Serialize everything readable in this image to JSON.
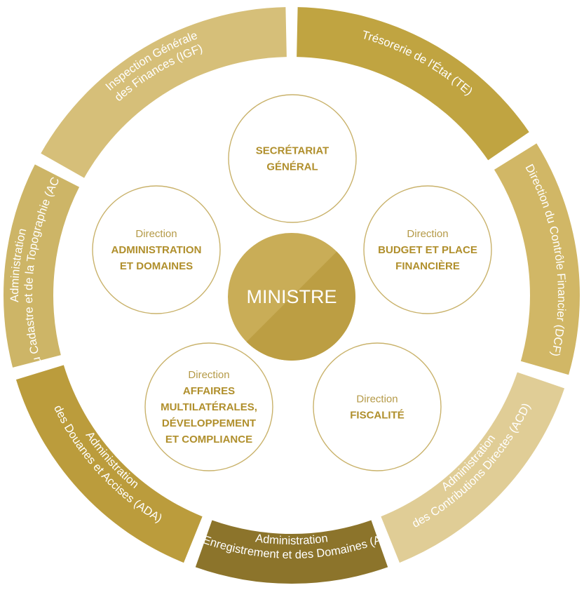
{
  "center": {
    "label": "MINISTRE"
  },
  "ring": [
    {
      "key": "igf",
      "lines": [
        "Inspection Générale",
        "des Finances (IGF)"
      ],
      "color": "#d6bf79"
    },
    {
      "key": "te",
      "lines": [
        "Trésorerie de l'État (TE)"
      ],
      "color": "#c0a441"
    },
    {
      "key": "dcf",
      "lines": [
        "Direction du Contrôle Financier (DCF)"
      ],
      "color": "#d1b766"
    },
    {
      "key": "acd",
      "lines": [
        "Administration",
        "des Contributions Directes (ACD)"
      ],
      "color": "#e0cd96"
    },
    {
      "key": "aed",
      "lines": [
        "Administration",
        "de l'Enregistrement et des Domaines (AED)"
      ],
      "color": "#8c742b"
    },
    {
      "key": "ada",
      "lines": [
        "Administration",
        "des Douanes et Accises (ADA)"
      ],
      "color": "#bb9c3c"
    },
    {
      "key": "act",
      "lines": [
        "Administration",
        "du Cadastre et de la Topographie (ACT)"
      ],
      "color": "#cdb567"
    }
  ],
  "nodes": [
    {
      "key": "sg",
      "pre": "",
      "lines": [
        "SECRÉTARIAT",
        "GÉNÉRAL"
      ]
    },
    {
      "key": "bpf",
      "pre": "Direction",
      "lines": [
        "BUDGET ET PLACE",
        "FINANCIÈRE"
      ]
    },
    {
      "key": "fisc",
      "pre": "Direction",
      "lines": [
        "FISCALITÉ"
      ]
    },
    {
      "key": "amdc",
      "pre": "Direction",
      "lines": [
        "AFFAIRES",
        "MULTILATÉRALES,",
        "DÉVELOPPEMENT",
        "ET COMPLIANCE"
      ]
    },
    {
      "key": "ad",
      "pre": "Direction",
      "lines": [
        "ADMINISTRATION",
        "ET DOMAINES"
      ]
    }
  ],
  "colors": {
    "node_stroke": "#c9b26b",
    "node_text": "#b08f2c",
    "center_light": "#c9ad57",
    "center_dark": "#bc9e43",
    "inner_bg": "#ffffff"
  }
}
